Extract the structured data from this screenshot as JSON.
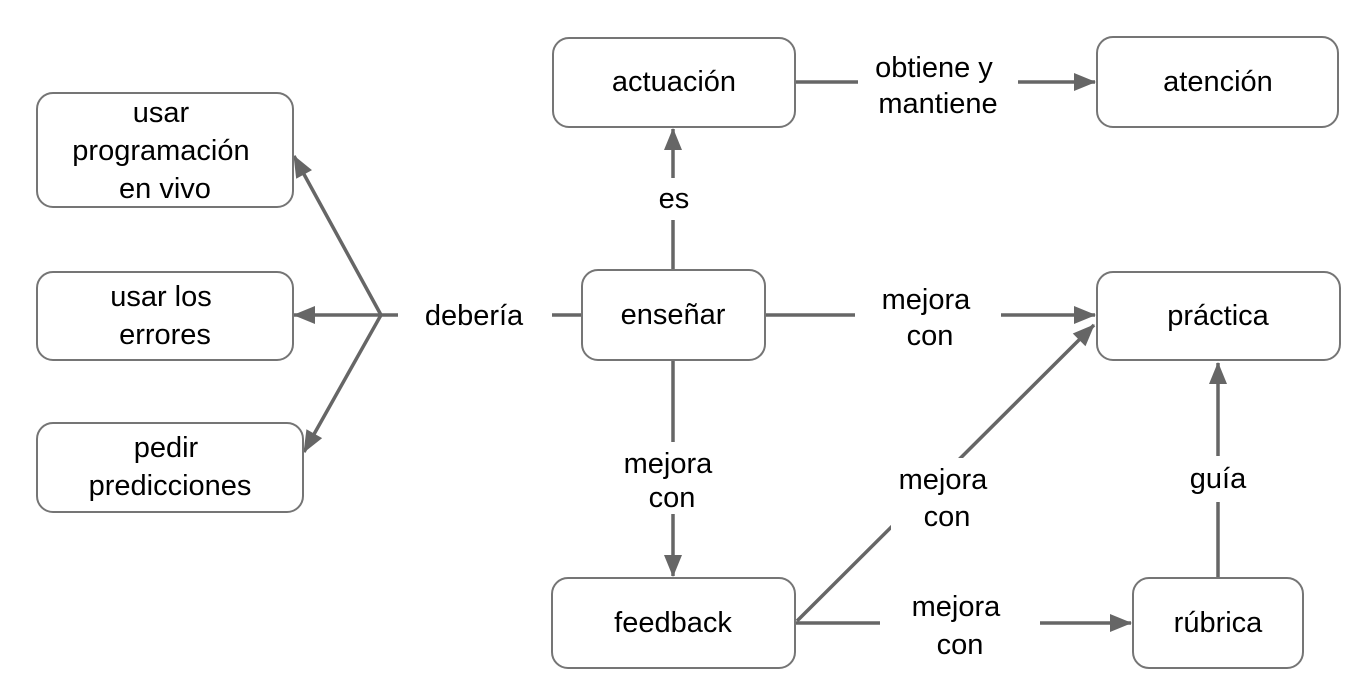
{
  "diagram": {
    "type": "concept-map",
    "language": "es",
    "colors": {
      "background": "#ffffff",
      "connector": "#666666",
      "node_border": "#757575",
      "node_fill": "#ffffff",
      "text": "#000000"
    },
    "nodes": [
      {
        "id": "usar-programacion-en-vivo",
        "label": "usar programación en vivo",
        "label_lines": [
          "usar",
          "programación",
          "en vivo"
        ]
      },
      {
        "id": "usar-los-errores",
        "label": "usar los errores",
        "label_lines": [
          "usar los",
          "errores"
        ]
      },
      {
        "id": "pedir-predicciones",
        "label": "pedir predicciones",
        "label_lines": [
          "pedir",
          "predicciones"
        ]
      },
      {
        "id": "actuacion",
        "label": "actuación",
        "label_lines": [
          "actuación"
        ]
      },
      {
        "id": "atencion",
        "label": "atención",
        "label_lines": [
          "atención"
        ]
      },
      {
        "id": "ensenar",
        "label": "enseñar",
        "label_lines": [
          "enseñar"
        ]
      },
      {
        "id": "practica",
        "label": "práctica",
        "label_lines": [
          "práctica"
        ]
      },
      {
        "id": "feedback",
        "label": "feedback",
        "label_lines": [
          "feedback"
        ]
      },
      {
        "id": "rubrica",
        "label": "rúbrica",
        "label_lines": [
          "rúbrica"
        ]
      }
    ],
    "edges": [
      {
        "from": "enseñar",
        "to": "actuación",
        "label": "es"
      },
      {
        "from": "actuación",
        "to": "atención",
        "label": "obtiene y mantiene"
      },
      {
        "from": "enseñar",
        "to": "usar programación en vivo",
        "label": "debería"
      },
      {
        "from": "enseñar",
        "to": "usar los errores",
        "label": "debería"
      },
      {
        "from": "enseñar",
        "to": "pedir predicciones",
        "label": "debería"
      },
      {
        "from": "enseñar",
        "to": "práctica",
        "label": "mejora con"
      },
      {
        "from": "enseñar",
        "to": "feedback",
        "label": "mejora con"
      },
      {
        "from": "feedback",
        "to": "práctica",
        "label": "mejora con"
      },
      {
        "from": "feedback",
        "to": "rúbrica",
        "label": "mejora con"
      },
      {
        "from": "rúbrica",
        "to": "práctica",
        "label": "guía"
      }
    ],
    "labels": [
      {
        "id": "es",
        "lines": [
          "es"
        ]
      },
      {
        "id": "obtiene-y-mantiene",
        "lines": [
          "obtiene y",
          "mantiene"
        ]
      },
      {
        "id": "deberia",
        "lines": [
          "debería"
        ]
      },
      {
        "id": "mejora-con-practica",
        "lines": [
          "mejora",
          "con"
        ]
      },
      {
        "id": "mejora-con-feedback",
        "lines": [
          "mejora",
          "con"
        ]
      },
      {
        "id": "mejora-con-diagonal",
        "lines": [
          "mejora",
          "con"
        ]
      },
      {
        "id": "mejora-con-rubrica",
        "lines": [
          "mejora",
          "con"
        ]
      },
      {
        "id": "guia",
        "lines": [
          "guía"
        ]
      }
    ]
  }
}
